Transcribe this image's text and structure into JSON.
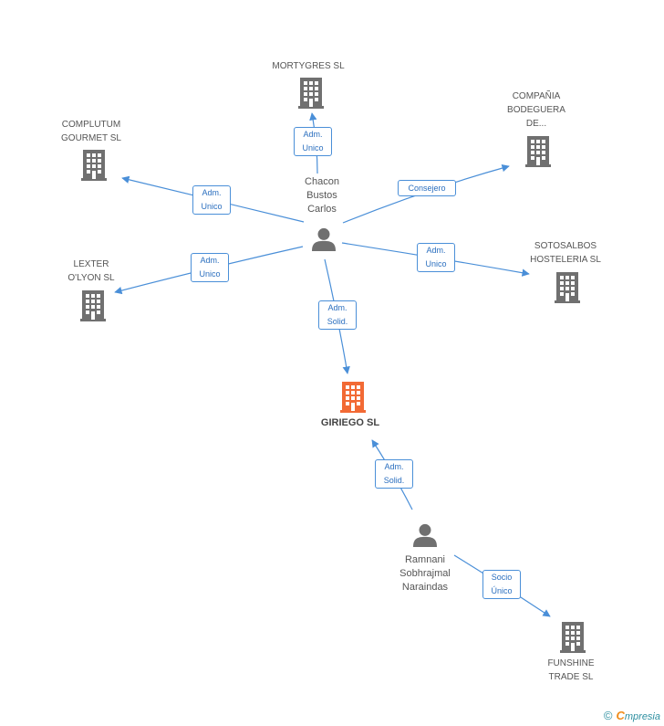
{
  "colors": {
    "edge": "#4a8fd8",
    "company": "#707070",
    "focus": "#f26a35",
    "person": "#707070"
  },
  "nodes": [
    {
      "id": "mortygres",
      "type": "company",
      "lines": [
        "MORTYGRES SL"
      ]
    },
    {
      "id": "companiaBodeguera",
      "type": "company",
      "lines": [
        "COMPAÑIA",
        "BODEGUERA",
        "DE..."
      ]
    },
    {
      "id": "complutum",
      "type": "company",
      "lines": [
        "COMPLUTUM",
        "GOURMET SL"
      ]
    },
    {
      "id": "sotosalbos",
      "type": "company",
      "lines": [
        "SOTOSALBOS",
        "HOSTELERIA SL"
      ]
    },
    {
      "id": "lexter",
      "type": "company",
      "lines": [
        "LEXTER",
        "O'LYON SL"
      ]
    },
    {
      "id": "giriego",
      "type": "focus",
      "lines": [
        "GIRIEGO SL"
      ]
    },
    {
      "id": "funshine",
      "type": "company",
      "lines": [
        "FUNSHINE",
        "TRADE SL"
      ]
    },
    {
      "id": "chacon",
      "type": "person",
      "lines": [
        "Chacon",
        "Bustos",
        "Carlos"
      ]
    },
    {
      "id": "ramnani",
      "type": "person",
      "lines": [
        "Ramnani",
        "Sobhrajmal",
        "Naraindas"
      ]
    }
  ],
  "edges": [
    {
      "from": "chacon",
      "to": "mortygres",
      "label": [
        "Adm.",
        "Unico"
      ]
    },
    {
      "from": "chacon",
      "to": "companiaBodeguera",
      "label": [
        "Consejero"
      ]
    },
    {
      "from": "chacon",
      "to": "complutum",
      "label": [
        "Adm.",
        "Unico"
      ]
    },
    {
      "from": "chacon",
      "to": "sotosalbos",
      "label": [
        "Adm.",
        "Unico"
      ]
    },
    {
      "from": "chacon",
      "to": "lexter",
      "label": [
        "Adm.",
        "Unico"
      ]
    },
    {
      "from": "chacon",
      "to": "giriego",
      "label": [
        "Adm.",
        "Solid."
      ]
    },
    {
      "from": "ramnani",
      "to": "giriego",
      "label": [
        "Adm.",
        "Solid."
      ]
    },
    {
      "from": "ramnani",
      "to": "funshine",
      "label": [
        "Socio",
        "Único"
      ]
    }
  ],
  "footer": {
    "copyright": "©",
    "brand_first": "C",
    "brand_rest": "mpresia"
  }
}
